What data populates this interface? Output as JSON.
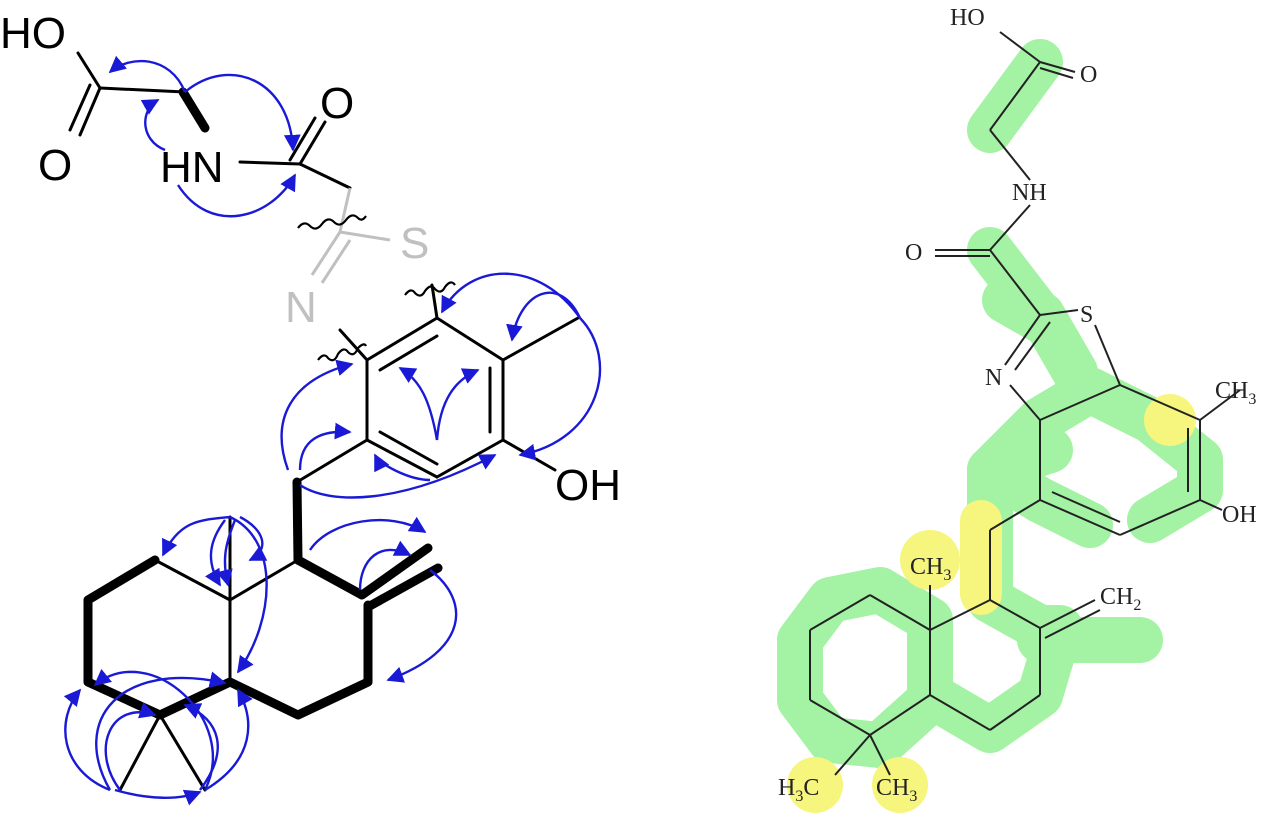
{
  "left_structure": {
    "atom_labels": {
      "ho": "HO",
      "o_acid": "O",
      "o_amide": "O",
      "hn": "HN",
      "s_ghost": "S",
      "n_ghost": "N",
      "oh": "OH"
    },
    "colors": {
      "bond": "#000000",
      "ghost": "#c0c0c0",
      "arrow": "#1a1ad6"
    }
  },
  "right_structure": {
    "atom_labels": {
      "ho": "HO",
      "o_acid": "O",
      "nh": "NH",
      "o_amide": "O",
      "s": "S",
      "n": "N",
      "ch3_top": "CH",
      "ch3_top_sub": "3",
      "oh": "OH",
      "ch3_mid": "CH",
      "ch3_mid_sub": "3",
      "ch2": "CH",
      "ch2_sub": "2",
      "h3c": "H",
      "h3c_sub": "3",
      "h3c_c": "C",
      "ch3_bottom": "CH",
      "ch3_bottom_sub": "3"
    },
    "colors": {
      "bond": "#222222",
      "cosy_highlight": "#a4f2a4",
      "hmbc_highlight": "#f6f57e"
    }
  }
}
